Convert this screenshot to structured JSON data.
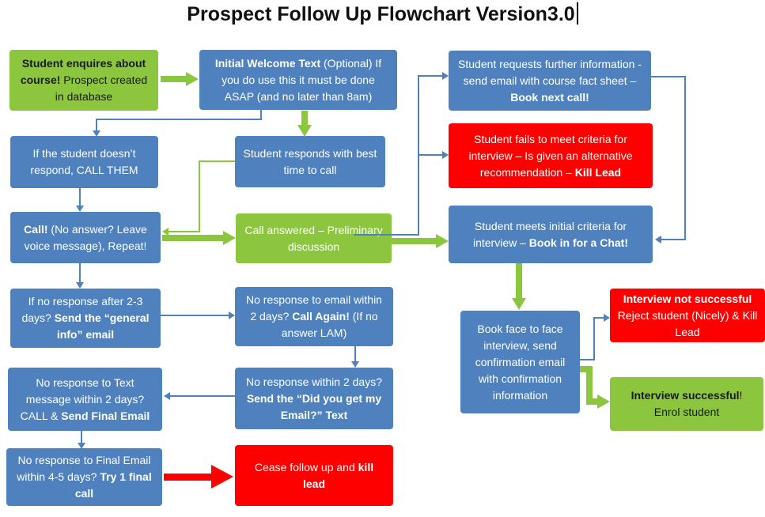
{
  "title": {
    "text": "Prospect Follow Up Flowchart Version3.0"
  },
  "colors": {
    "node_blue": "#4E81BD",
    "node_green": "#8CC63F",
    "node_red": "#FE0000",
    "connector_blue": "#4E81BD",
    "connector_green": "#8CC63F",
    "connector_red": "#FE0000",
    "title_text": "#111111"
  },
  "boxes": [
    {
      "id": "student-enquires",
      "fill": "green",
      "text_color": "black",
      "segments": [
        {
          "text": "Student enquires about course!",
          "bold": true
        },
        {
          "text": " Prospect created in database",
          "bold": false
        }
      ]
    },
    {
      "id": "initial-welcome-text",
      "fill": "blue",
      "text_color": "white",
      "segments": [
        {
          "text": "Initial Welcome Text",
          "bold": true
        },
        {
          "text": " (Optional) If you do use this it must be done ASAP (and no later than 8am)",
          "bold": false
        }
      ]
    },
    {
      "id": "student-requests-info",
      "fill": "blue",
      "text_color": "white",
      "segments": [
        {
          "text": "Student requests further information - send email with course fact sheet – ",
          "bold": false
        },
        {
          "text": "Book next call!",
          "bold": true
        }
      ]
    },
    {
      "id": "if-student-doesnt-respond",
      "fill": "blue",
      "text_color": "white",
      "segments": [
        {
          "text": "If the student doesn’t respond, CALL THEM",
          "bold": false
        }
      ]
    },
    {
      "id": "student-responds",
      "fill": "blue",
      "text_color": "white",
      "segments": [
        {
          "text": "Student responds with best time to call",
          "bold": false
        }
      ]
    },
    {
      "id": "student-fails-criteria",
      "fill": "red",
      "text_color": "white",
      "segments": [
        {
          "text": "Student fails to meet criteria for interview – Is given an alternative recommendation – ",
          "bold": false
        },
        {
          "text": "Kill Lead",
          "bold": true
        }
      ]
    },
    {
      "id": "call",
      "fill": "blue",
      "text_color": "white",
      "segments": [
        {
          "text": "Call!",
          "bold": true
        },
        {
          "text": " (No answer? Leave voice message), Repeat!",
          "bold": false
        }
      ]
    },
    {
      "id": "call-answered",
      "fill": "green",
      "text_color": "white",
      "segments": [
        {
          "text": "Call answered – Preliminary discussion",
          "bold": false
        }
      ]
    },
    {
      "id": "student-meets-criteria",
      "fill": "blue",
      "text_color": "white",
      "segments": [
        {
          "text": "Student meets initial criteria for interview – ",
          "bold": false
        },
        {
          "text": "Book in for a Chat!",
          "bold": true
        }
      ]
    },
    {
      "id": "if-no-response-2-3-days",
      "fill": "blue",
      "text_color": "white",
      "segments": [
        {
          "text": "If no response after 2-3 days? ",
          "bold": false
        },
        {
          "text": "Send the “general info” email",
          "bold": true
        }
      ]
    },
    {
      "id": "no-response-email-call-again",
      "fill": "blue",
      "text_color": "white",
      "segments": [
        {
          "text": "No response to email within 2 days? ",
          "bold": false
        },
        {
          "text": "Call Again!",
          "bold": true
        },
        {
          "text": " (If no answer LAM)",
          "bold": false
        }
      ]
    },
    {
      "id": "no-response-text-message",
      "fill": "blue",
      "text_color": "white",
      "segments": [
        {
          "text": "No response to Text message within 2 days? CALL & ",
          "bold": false
        },
        {
          "text": "Send Final Email",
          "bold": true
        }
      ]
    },
    {
      "id": "no-response-2-days-did-you-get",
      "fill": "blue",
      "text_color": "white",
      "segments": [
        {
          "text": "No response within 2 days? ",
          "bold": false
        },
        {
          "text": "Send the “Did you get my Email?” Text",
          "bold": true
        }
      ]
    },
    {
      "id": "no-response-final-email",
      "fill": "blue",
      "text_color": "white",
      "segments": [
        {
          "text": "No response to Final Email within 4-5 days? ",
          "bold": false
        },
        {
          "text": "Try 1 final call",
          "bold": true
        }
      ]
    },
    {
      "id": "cease-follow-up",
      "fill": "red",
      "text_color": "white",
      "segments": [
        {
          "text": "Cease follow up and ",
          "bold": false
        },
        {
          "text": "kill lead",
          "bold": true
        }
      ]
    },
    {
      "id": "book-face-to-face",
      "fill": "blue",
      "text_color": "white",
      "segments": [
        {
          "text": "Book face to face interview, send confirmation email with confirmation information",
          "bold": false
        }
      ]
    },
    {
      "id": "interview-not-successful",
      "fill": "red",
      "text_color": "white",
      "segments": [
        {
          "text": "Interview not successful",
          "bold": true
        },
        {
          "text": " Reject student (Nicely) & Kill Lead",
          "bold": false
        }
      ]
    },
    {
      "id": "interview-successful",
      "fill": "green",
      "text_color": "black",
      "segments": [
        {
          "text": "Interview successful",
          "bold": true
        },
        {
          "text": "! Enrol student",
          "bold": false
        }
      ]
    }
  ],
  "connectors": [
    {
      "from": "student-enquires",
      "to": "initial-welcome-text",
      "style": "thick-green"
    },
    {
      "from": "initial-welcome-text",
      "to": "student-responds",
      "style": "thick-green"
    },
    {
      "from": "initial-welcome-text",
      "to": "if-student-doesnt-respond",
      "style": "thin-blue"
    },
    {
      "from": "student-responds",
      "to": "call",
      "style": "thin-green"
    },
    {
      "from": "if-student-doesnt-respond",
      "to": "call",
      "style": "thin-blue"
    },
    {
      "from": "call",
      "to": "call-answered",
      "style": "thick-green"
    },
    {
      "from": "call",
      "to": "if-no-response-2-3-days",
      "style": "thin-blue"
    },
    {
      "from": "call-answered",
      "to": "student-requests-info",
      "style": "thin-blue"
    },
    {
      "from": "call-answered",
      "to": "student-fails-criteria",
      "style": "thin-blue"
    },
    {
      "from": "call-answered",
      "to": "student-meets-criteria",
      "style": "thick-green"
    },
    {
      "from": "student-requests-info",
      "to": "student-meets-criteria",
      "style": "thin-blue"
    },
    {
      "from": "student-meets-criteria",
      "to": "book-face-to-face",
      "style": "thick-green"
    },
    {
      "from": "book-face-to-face",
      "to": "interview-not-successful",
      "style": "thin-blue"
    },
    {
      "from": "book-face-to-face",
      "to": "interview-successful",
      "style": "thick-green"
    },
    {
      "from": "if-no-response-2-3-days",
      "to": "no-response-email-call-again",
      "style": "thin-blue"
    },
    {
      "from": "no-response-email-call-again",
      "to": "no-response-2-days-did-you-get",
      "style": "thin-blue"
    },
    {
      "from": "no-response-2-days-did-you-get",
      "to": "no-response-text-message",
      "style": "thin-blue"
    },
    {
      "from": "no-response-text-message",
      "to": "no-response-final-email",
      "style": "thin-blue"
    },
    {
      "from": "no-response-final-email",
      "to": "cease-follow-up",
      "style": "thick-red"
    }
  ]
}
